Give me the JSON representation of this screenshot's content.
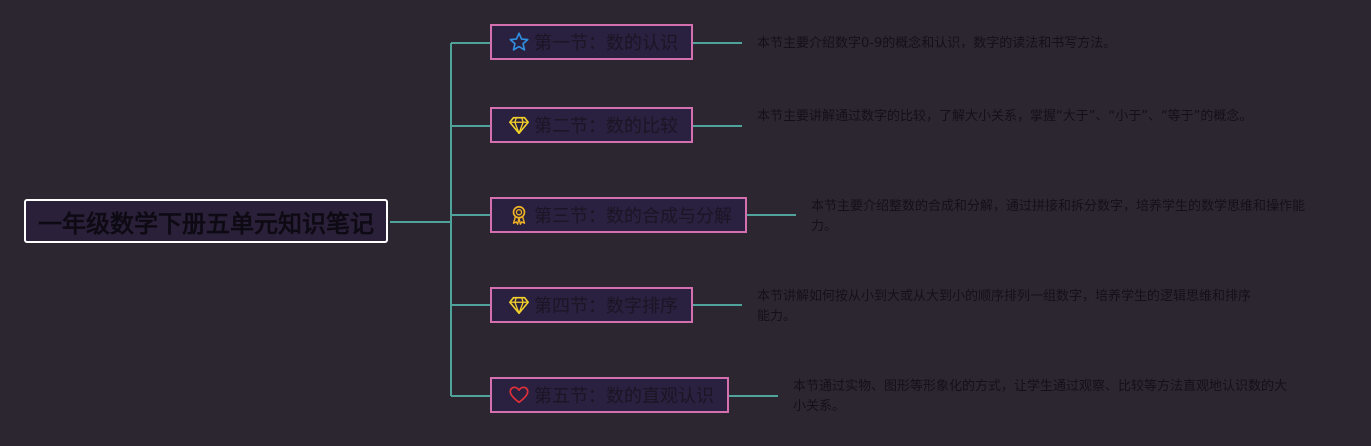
{
  "root": {
    "title": "一年级数学下册五单元知识笔记"
  },
  "topics": [
    {
      "label": "第一节：数的认识",
      "icon": "star-icon",
      "note": "本节主要介绍数字0-9的概念和认识，数字的读法和书写方法。"
    },
    {
      "label": "第二节：数的比较",
      "icon": "diamond-icon",
      "note": "本节主要讲解通过数字的比较，了解大小关系，掌握“大于”、“小于”、“等于”的概念。"
    },
    {
      "label": "第三节：数的合成与分解",
      "icon": "award-ribbon-icon",
      "note": "本节主要介绍整数的合成和分解，通过拼接和拆分数字，培养学生的数学思维和操作能力。"
    },
    {
      "label": "第四节：数字排序",
      "icon": "diamond-icon",
      "note": "本节讲解如何按从小到大或从大到小的顺序排列一组数字，培养学生的逻辑思维和排序能力。"
    },
    {
      "label": "第五节：数的直观认识",
      "icon": "heart-icon",
      "note": "本节通过实物、图形等形象化的方式，让学生通过观察、比较等方法直观地认识数的大小关系。"
    }
  ],
  "colors": {
    "background": "#2c2631",
    "connector": "#4fa39a",
    "topic_border": "#d470b0",
    "root_border": "#ffffff",
    "star": "#2f8fe0",
    "diamond": "#f2d12a",
    "award": "#f0b323",
    "heart": "#e0303a"
  }
}
